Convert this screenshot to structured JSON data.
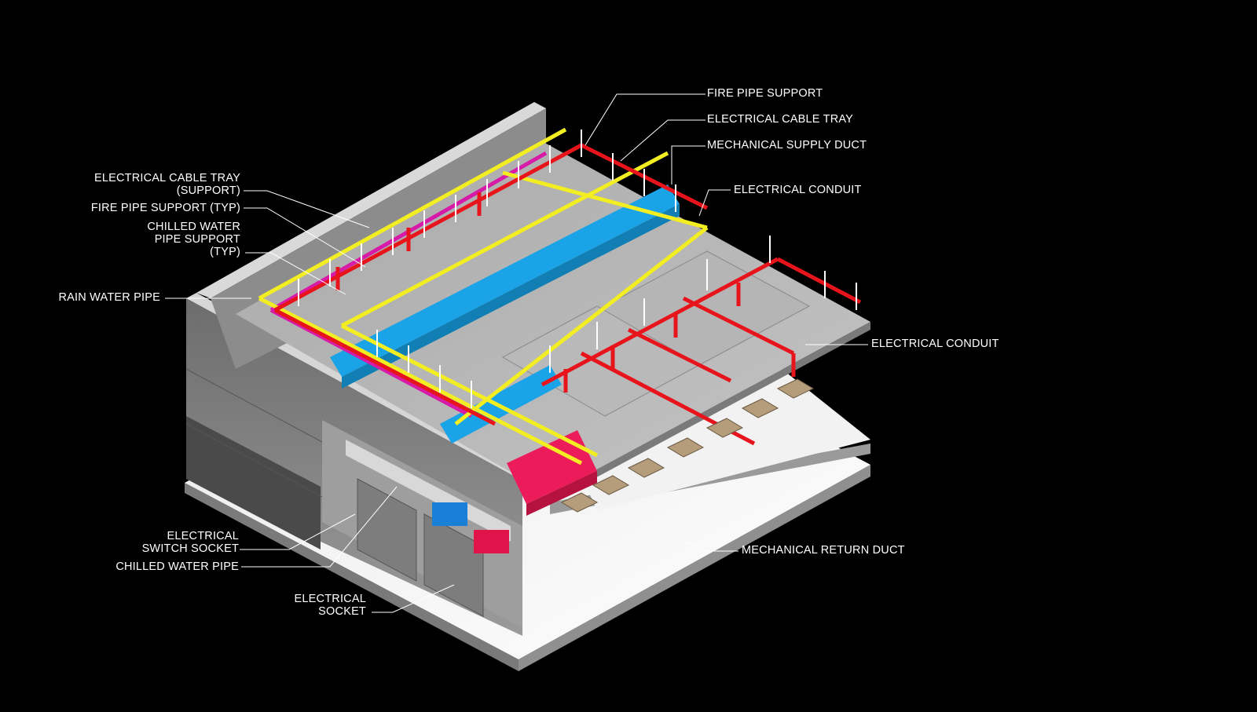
{
  "colors": {
    "background": "#000000",
    "fire_pipe": "#e8141b",
    "cable_tray": "#f2ee22",
    "supply_duct": "#1aa3e6",
    "chilled_water": "#d71aa8",
    "return_duct": "#ec1b5a",
    "structure": "#bdbdbd",
    "slab": "#d9d9d9",
    "leader": "#ffffff"
  },
  "labels": {
    "fire_pipe_support": "FIRE PIPE SUPPORT",
    "electrical_cable_tray": "ELECTRICAL CABLE TRAY",
    "mechanical_supply_duct": "MECHANICAL SUPPLY DUCT",
    "electrical_conduit_top": "ELECTRICAL CONDUIT",
    "electrical_conduit_right": "ELECTRICAL CONDUIT",
    "mechanical_return_duct": "MECHANICAL RETURN DUCT",
    "cable_tray_support_l1": "ELECTRICAL CABLE TRAY",
    "cable_tray_support_l2": "(SUPPORT)",
    "fire_pipe_support_typ": "FIRE PIPE SUPPORT (TYP)",
    "chilled_support_l1": "CHILLED WATER",
    "chilled_support_l2": "PIPE SUPPORT",
    "chilled_support_l3": "(TYP)",
    "rain_water_pipe": "RAIN WATER PIPE",
    "switch_socket_l1": "ELECTRICAL",
    "switch_socket_l2": "SWITCH SOCKET",
    "chilled_water_pipe": "CHILLED WATER PIPE",
    "socket_l1": "ELECTRICAL",
    "socket_l2": "SOCKET"
  }
}
